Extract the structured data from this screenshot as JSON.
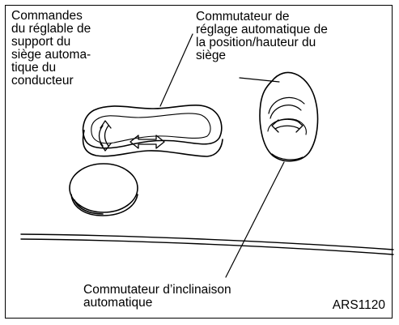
{
  "figure": {
    "labels": {
      "driver_seat_support": "Commandes\ndu réglable de\nsupport du\nsiège automa-\ntique du\nconducteur",
      "seat_position_switch": "Commutateur de\nréglage automatique de\nla position/hauteur du\nsiège",
      "tilt_switch": "Commutateur d’inclinaison\nautomatique"
    },
    "figure_code": "ARS1120",
    "line_color": "#000000",
    "background": "#ffffff"
  }
}
